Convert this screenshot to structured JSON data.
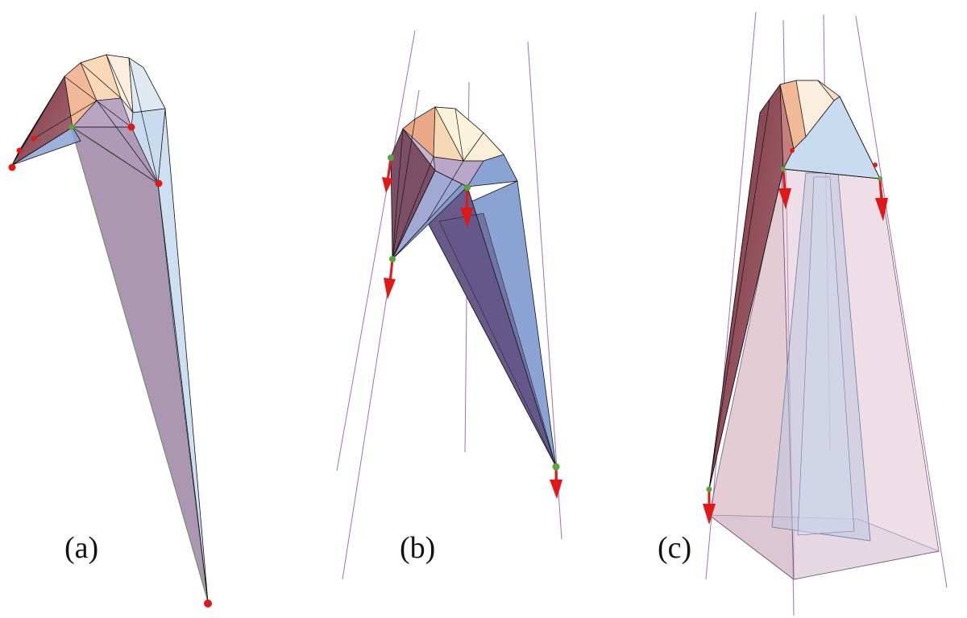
{
  "panels": [
    {
      "label": "(a)"
    },
    {
      "label": "(b)"
    },
    {
      "label": "(c)"
    }
  ],
  "colors": {
    "peach": "#f4c9a4",
    "cream": "#fbf2dc",
    "light_blue": "#c9dcef",
    "mauve": "#9e85a6",
    "slate_blue": "#8aa3d3",
    "deep_indigo": "#6a5a8a",
    "maroon": "#8b3a48",
    "rose": "#d9b6c6",
    "pale_blue": "#dfe7f4",
    "mark_red": "#e01818",
    "mark_green": "#58a53a",
    "guide_line": "#a070b8",
    "edge": "#111111"
  }
}
